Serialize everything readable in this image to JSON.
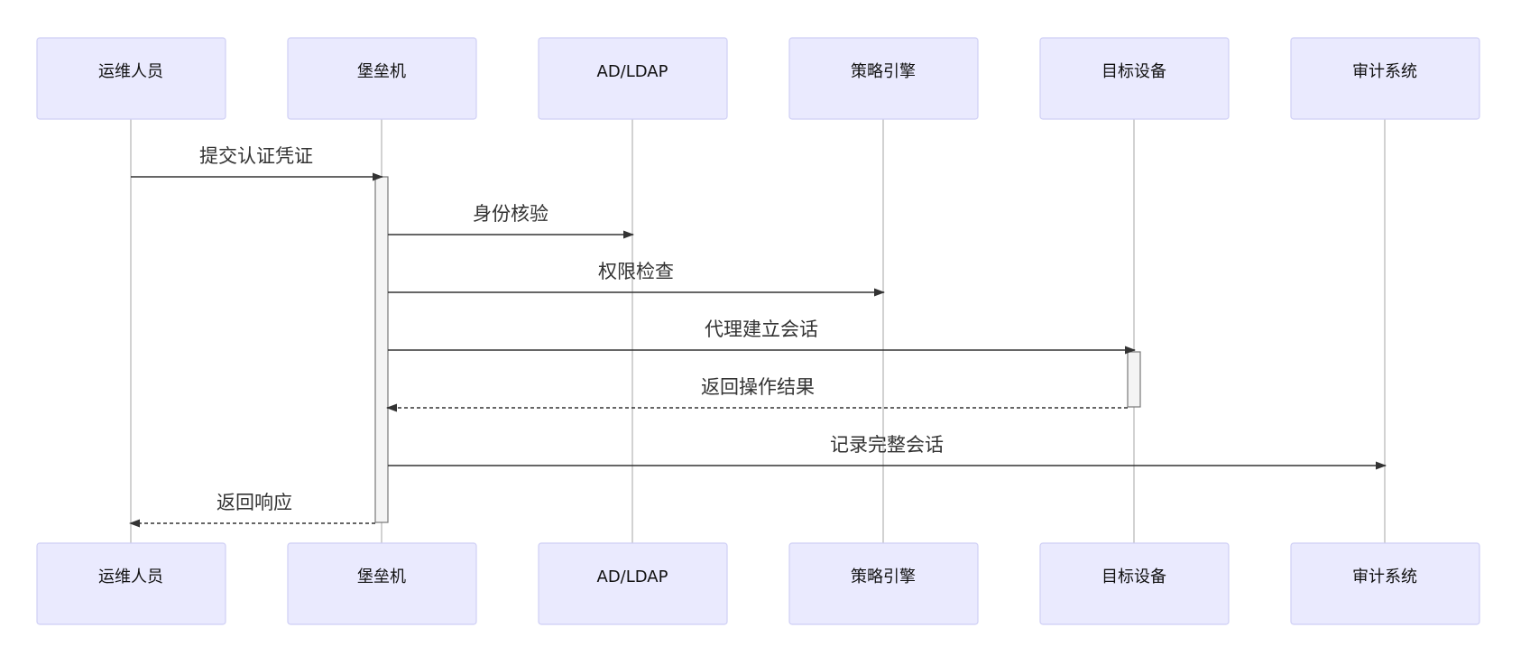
{
  "participants": [
    {
      "label": "运维人员"
    },
    {
      "label": "堡垒机"
    },
    {
      "label": "AD/LDAP"
    },
    {
      "label": "策略引擎"
    },
    {
      "label": "目标设备"
    },
    {
      "label": "审计系统"
    }
  ],
  "messages": [
    {
      "label": "提交认证凭证",
      "from": 0,
      "to": 1,
      "style": "solid"
    },
    {
      "label": "身份核验",
      "from": 1,
      "to": 2,
      "style": "solid"
    },
    {
      "label": "权限检查",
      "from": 1,
      "to": 3,
      "style": "solid"
    },
    {
      "label": "代理建立会话",
      "from": 1,
      "to": 4,
      "style": "solid"
    },
    {
      "label": "返回操作结果",
      "from": 4,
      "to": 1,
      "style": "dashed"
    },
    {
      "label": "记录完整会话",
      "from": 1,
      "to": 5,
      "style": "solid"
    },
    {
      "label": "返回响应",
      "from": 1,
      "to": 0,
      "style": "dashed"
    }
  ],
  "colors": {
    "participant_fill": "#eaeafe",
    "participant_border": "#cfcff5",
    "lifeline": "#b3b3b3",
    "arrow": "#333333",
    "activation_fill": "#f4f4f4"
  }
}
